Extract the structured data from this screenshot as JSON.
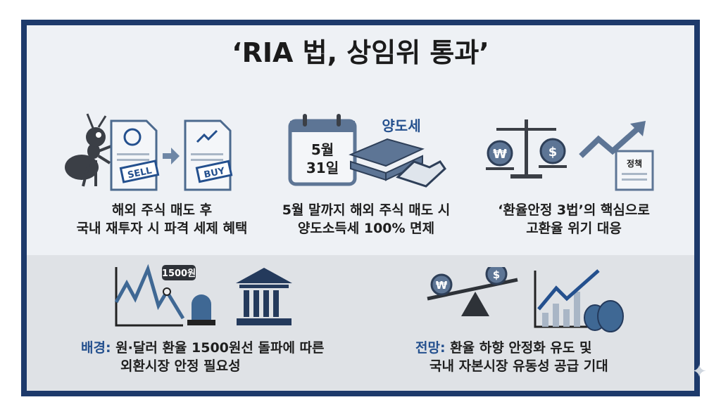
{
  "title": "‘RIA 법, 상임위 통과’",
  "panels": [
    {
      "line1": "해외 주식 매도 후",
      "line2": "국내 재투자 시 파격 세제 혜택",
      "icon_labels": [
        "SELL",
        "BUY"
      ]
    },
    {
      "line1": "5월 말까지 해외 주식 매도 시",
      "line2": "양도소득세 100% 면제",
      "calendar_month": "5월",
      "calendar_day": "31일",
      "tag": "양도세"
    },
    {
      "line1": "‘환율안정 3법’의 핵심으로",
      "line2": "고환율 위기 대응",
      "coin_left": "₩",
      "coin_right": "$",
      "doc_label": "정책"
    },
    {
      "label": "배경:",
      "line1": " 원·달러 환율 1500원선 돌파에 따른",
      "line2": "외환시장 안정 필요성",
      "bubble": "1500원"
    },
    {
      "label": "전망:",
      "line1": " 환율 하향 안정화 유도 및",
      "line2": "국내 자본시장 유동성 공급 기대",
      "coin_left": "₩",
      "coin_right": "$"
    }
  ],
  "colors": {
    "navy": "#1d3a6b",
    "accent": "#24508e",
    "steel": "#4c6a8e"
  }
}
